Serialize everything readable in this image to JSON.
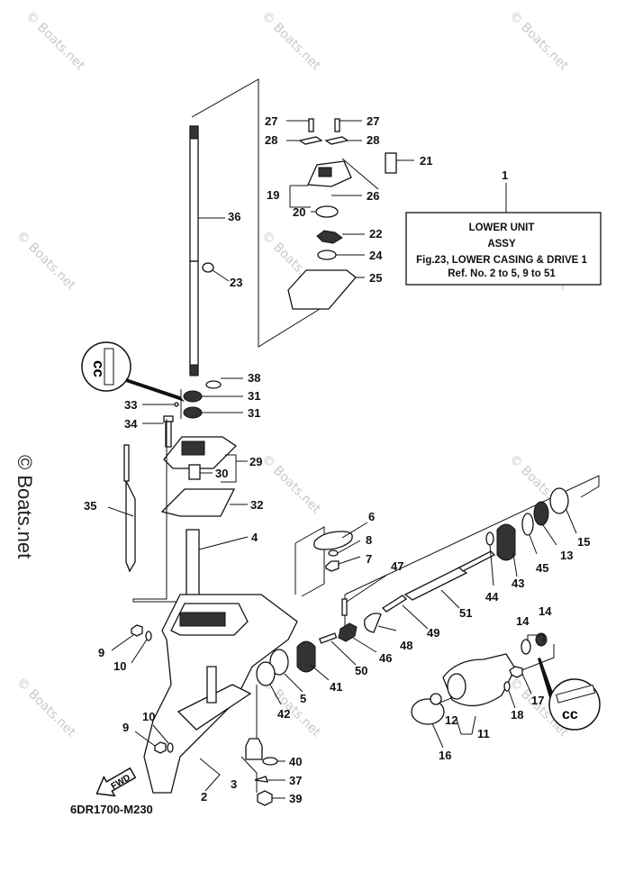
{
  "watermark": {
    "small": "© Boats.net",
    "large": "© Boats.net"
  },
  "info_box": {
    "line1": "LOWER UNIT",
    "line2": "ASSY",
    "line3": "Fig.23, LOWER CASING & DRIVE 1",
    "line4": "Ref. No. 2 to 5, 9 to 51"
  },
  "cc_marker": "cc",
  "fwd_label": "FWD",
  "figure_code": "6DR1700-M230",
  "callouts": {
    "n1": "1",
    "n2": "2",
    "n3": "3",
    "n4": "4",
    "n5": "5",
    "n6": "6",
    "n7": "7",
    "n8": "8",
    "n9a": "9",
    "n9b": "9",
    "n10a": "10",
    "n10b": "10",
    "n11": "11",
    "n12": "12",
    "n13": "13",
    "n14a": "14",
    "n14b": "14",
    "n15": "15",
    "n16": "16",
    "n17": "17",
    "n18": "18",
    "n19": "19",
    "n20": "20",
    "n21": "21",
    "n22": "22",
    "n23": "23",
    "n24": "24",
    "n25": "25",
    "n26": "26",
    "n27a": "27",
    "n27b": "27",
    "n28a": "28",
    "n28b": "28",
    "n29": "29",
    "n30": "30",
    "n31a": "31",
    "n31b": "31",
    "n32": "32",
    "n33": "33",
    "n34": "34",
    "n35": "35",
    "n36": "36",
    "n37": "37",
    "n38": "38",
    "n39": "39",
    "n40": "40",
    "n41": "41",
    "n42": "42",
    "n43": "43",
    "n44": "44",
    "n45": "45",
    "n46": "46",
    "n47": "47",
    "n48": "48",
    "n49": "49",
    "n50": "50",
    "n51": "51"
  }
}
